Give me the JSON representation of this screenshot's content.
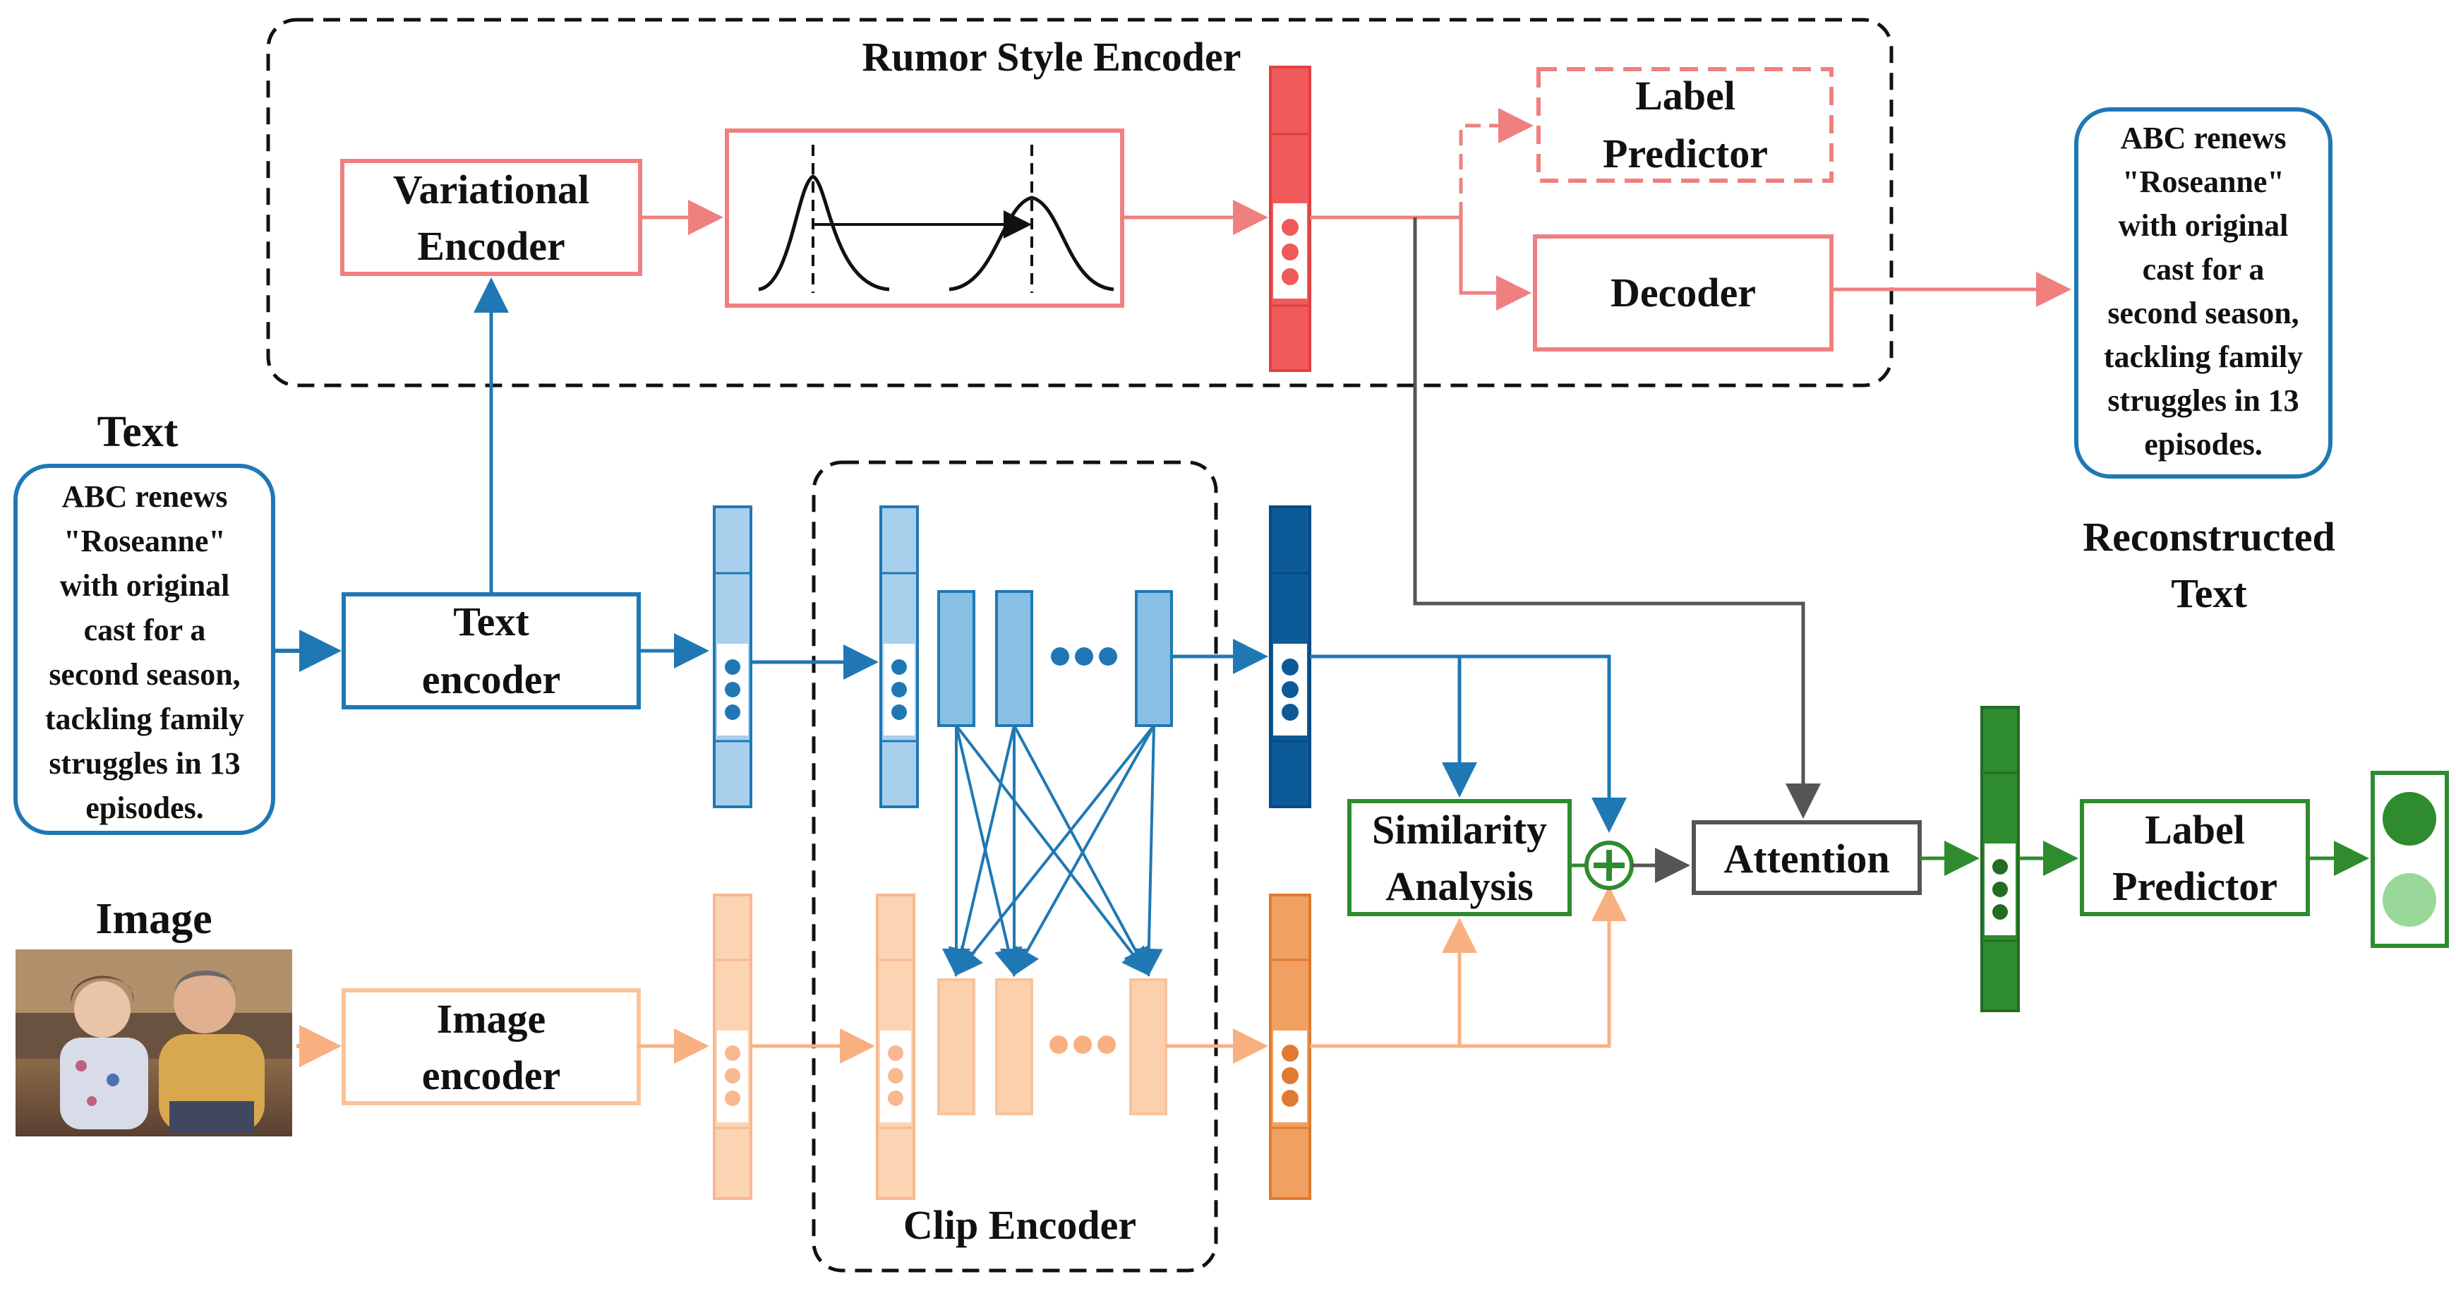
{
  "rumor_style_encoder": {
    "title": "Rumor Style Encoder",
    "variational_encoder": [
      "Variational",
      "Encoder"
    ],
    "label_predictor": [
      "Label",
      "Predictor"
    ],
    "decoder": "Decoder"
  },
  "text_input": {
    "heading": "Text",
    "lines": [
      "ABC renews",
      "\"Roseanne\"",
      "with original",
      "cast for a",
      "second season,",
      "tackling family",
      "struggles in 13",
      "episodes."
    ]
  },
  "text_encoder": [
    "Text",
    "encoder"
  ],
  "image_input": {
    "heading": "Image"
  },
  "image_encoder": [
    "Image",
    "encoder"
  ],
  "clip_encoder": {
    "title": "Clip Encoder"
  },
  "similarity_analysis": [
    "Similarity",
    "Analysis"
  ],
  "attention": "Attention",
  "label_predictor": [
    "Label",
    "Predictor"
  ],
  "reconstructed": {
    "lines": [
      "ABC renews",
      "\"Roseanne\"",
      "with original",
      "cast for a",
      "second season,",
      "tackling family",
      "struggles in 13",
      "episodes."
    ],
    "caption": [
      "Reconstructed",
      "Text"
    ]
  },
  "colors": {
    "pink": "#f08080",
    "red_vector": "#f05a5a",
    "blue": "#1f78b4",
    "light_blue": "#7fb8e0",
    "dark_blue": "#0d5a98",
    "peach": "#f8c49c",
    "orange": "#e07a30",
    "green": "#2e8b2e",
    "grey": "#555555"
  },
  "icons": [
    "plus-icon",
    "traffic-light-icon",
    "photo-icon"
  ]
}
